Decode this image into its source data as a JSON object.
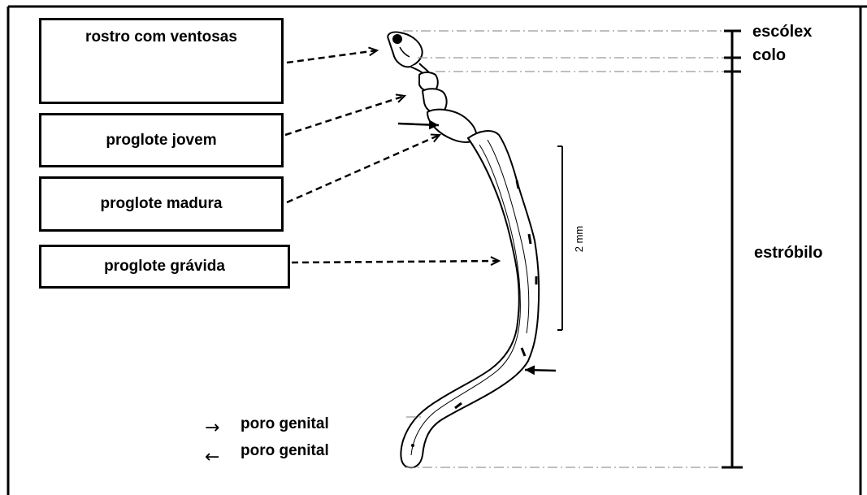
{
  "labels": {
    "rostro": "rostro com ventosas",
    "jovem": "proglote jovem",
    "madura": "proglote madura",
    "gravida": "proglote grávida"
  },
  "regions": {
    "escolex": "escólex",
    "colo": "colo",
    "estrobilo": "estróbilo"
  },
  "scale_bar": "2 mm",
  "legend": {
    "right_arrow_glyph": "→",
    "right_arrow_text": "poro genital",
    "left_arrow_glyph": "←",
    "left_arrow_text": "poro genital"
  }
}
